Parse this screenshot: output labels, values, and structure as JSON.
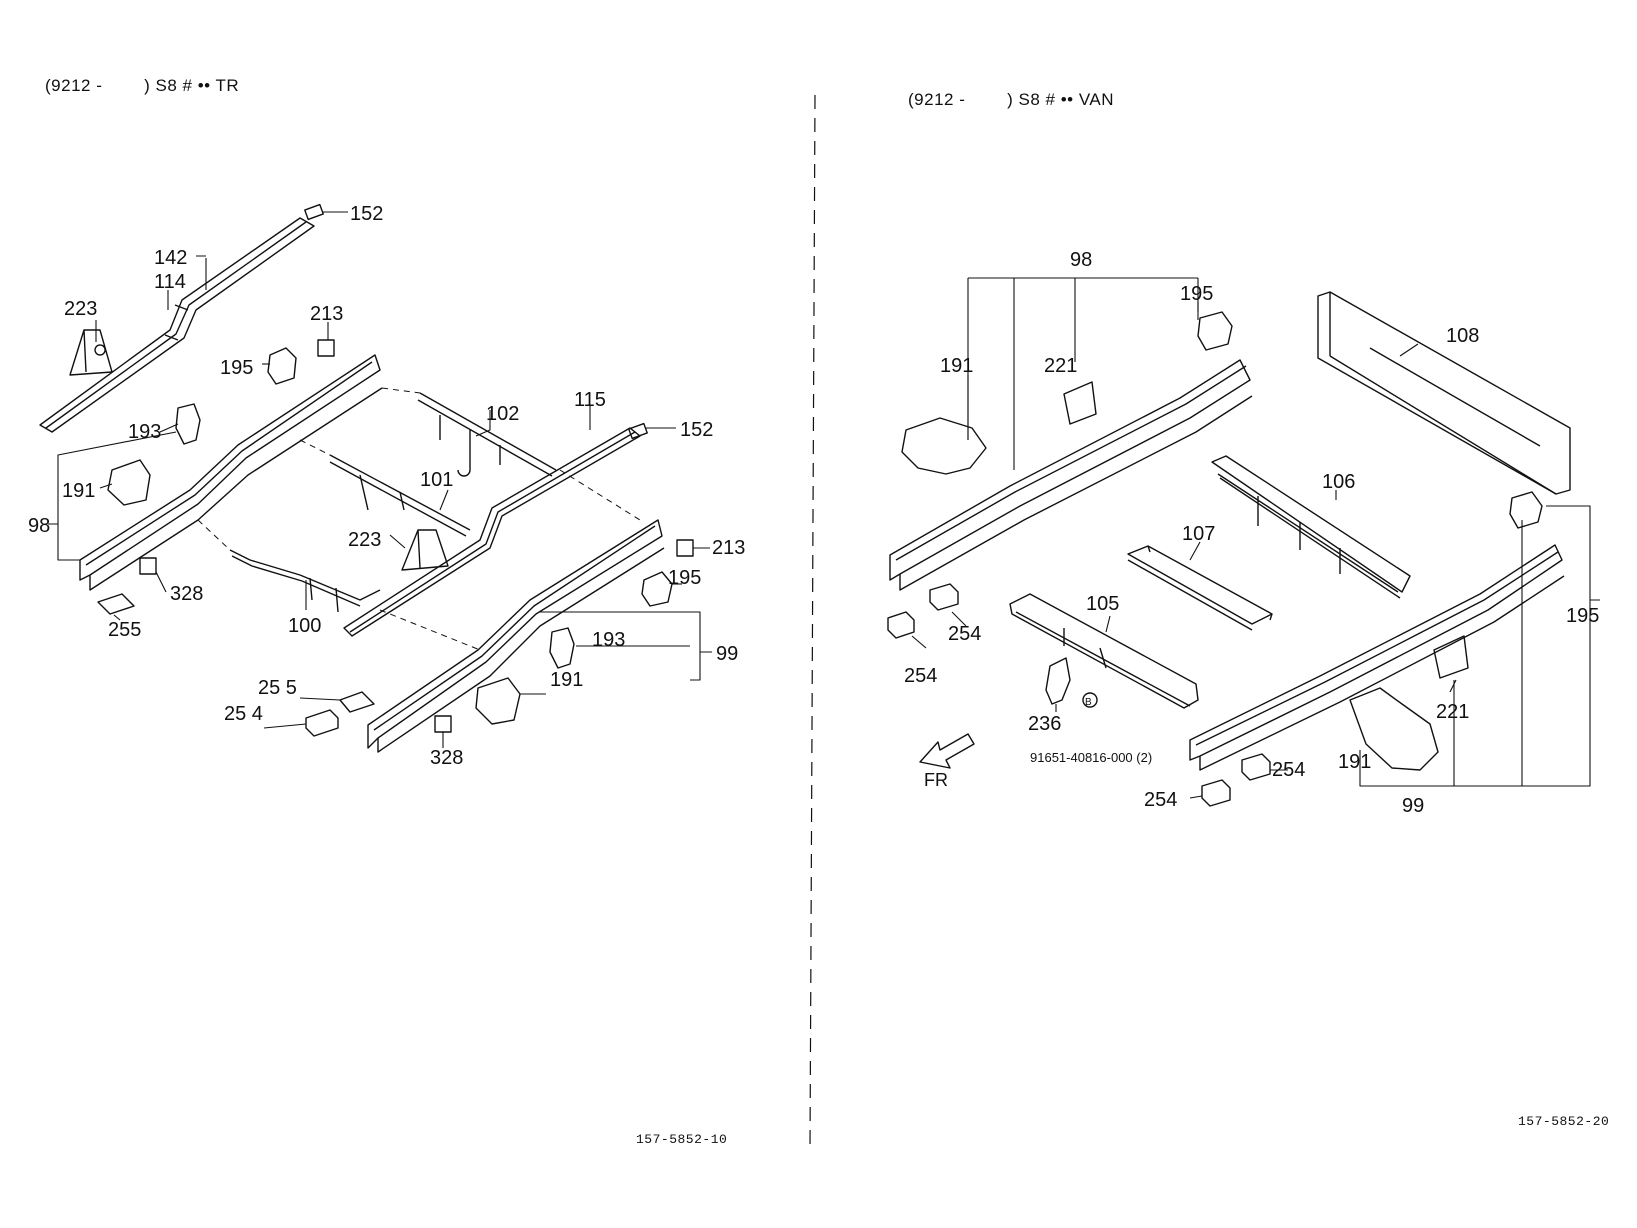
{
  "left_panel": {
    "header": "(9212 -        ) S8 # •• TR",
    "drawing_code": "157-5852-10",
    "callouts": {
      "p152a": "152",
      "p142": "142",
      "p114": "114",
      "p223a": "223",
      "p213a": "213",
      "p195": "195",
      "p193": "193",
      "p191": "191",
      "p98": "98",
      "p328a": "328",
      "p255a": "255",
      "p102": "102",
      "p115": "115",
      "p152b": "152",
      "p101": "101",
      "p223b": "223",
      "p100": "100",
      "p213b": "213",
      "p195b": "195",
      "p193b": "193",
      "p99": "99",
      "p191b": "191",
      "p255b": "25 5",
      "p254": "25 4",
      "p328b": "328"
    }
  },
  "right_panel": {
    "header": "(9212 -        ) S8 # •• VAN",
    "drawing_code": "157-5852-20",
    "direction_label": "FR",
    "note_part": "91651-40816-000 (2)",
    "note_marker": "B",
    "callouts": {
      "p98": "98",
      "p195a": "195",
      "p191a": "191",
      "p221a": "221",
      "p108": "108",
      "p106": "106",
      "p107": "107",
      "p105": "105",
      "p254a": "254",
      "p254b": "254",
      "p236": "236",
      "p195b": "195",
      "p221b": "221",
      "p191b": "191",
      "p254c": "254",
      "p254d": "254",
      "p99": "99"
    }
  }
}
